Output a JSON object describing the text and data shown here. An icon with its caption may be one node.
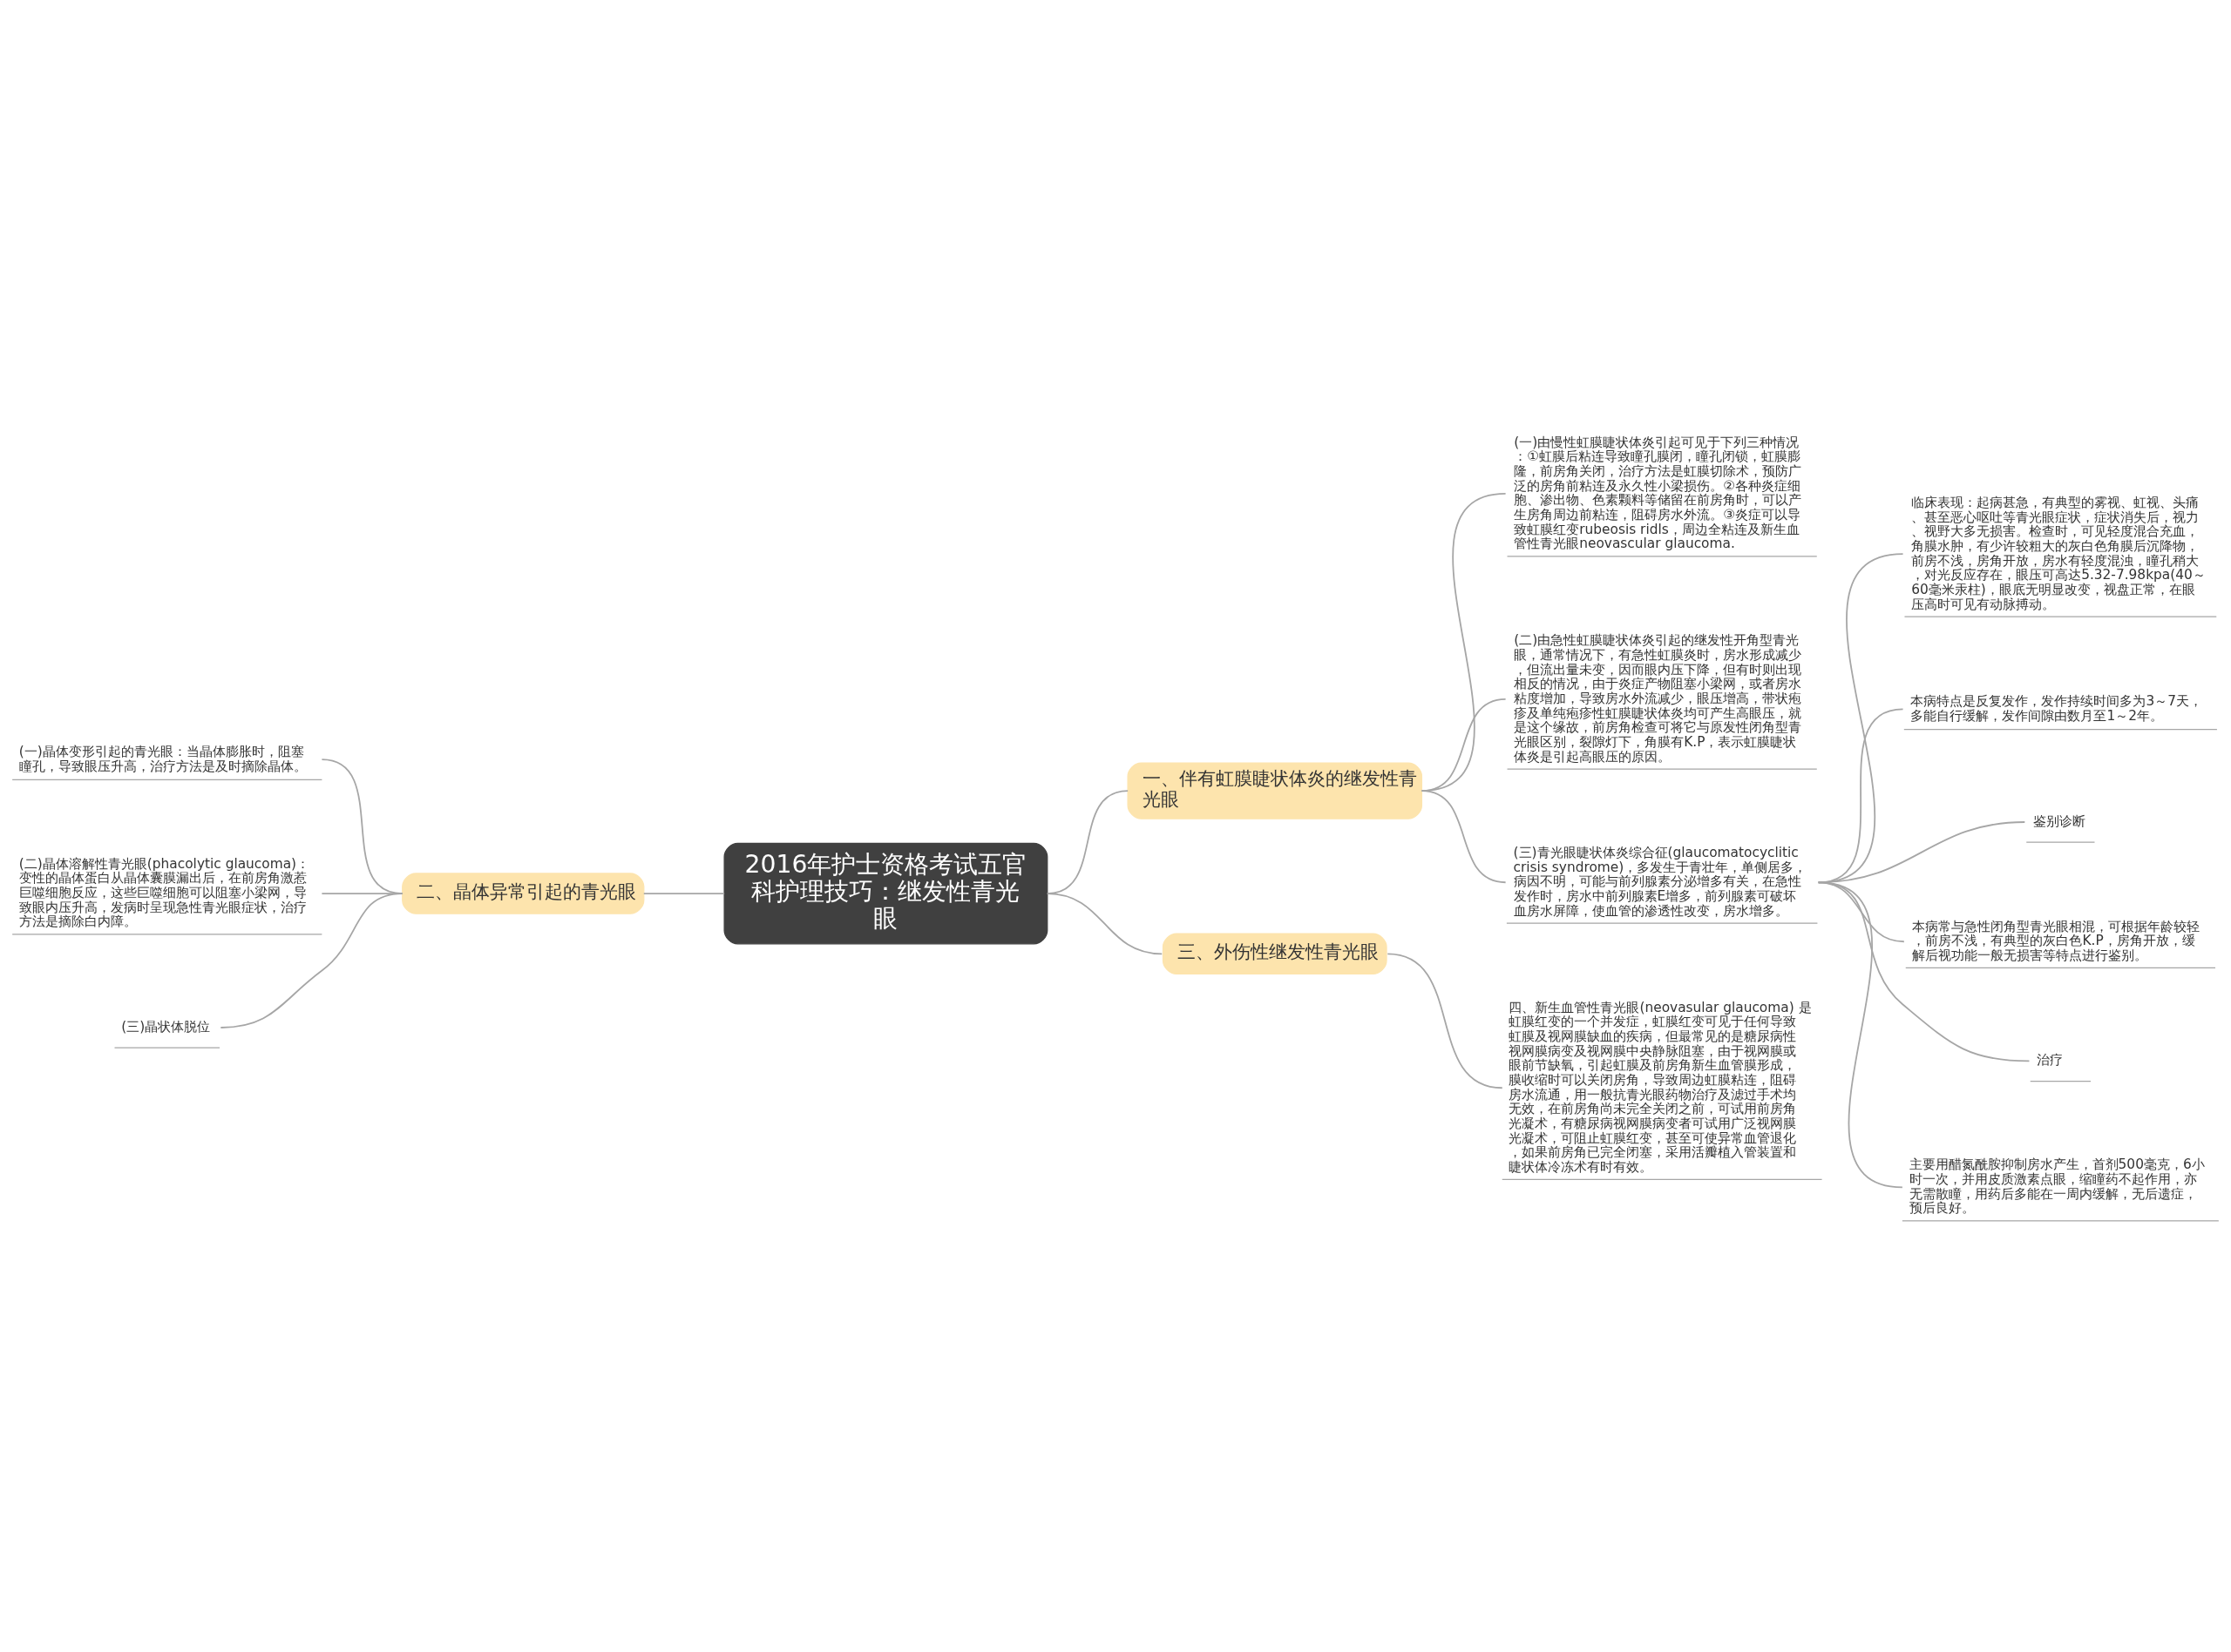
{
  "diagram": {
    "nodes": [
      {
        "text": [
          "2016年护士资格考试五官科护理技巧：继发性青光眼"
        ]
      },
      {
        "text": [
          "一、伴有虹膜睫状体炎的继发性青光眼"
        ]
      },
      {
        "text": [
          "(一)由慢性虹膜睫状体炎引起可见于下列三种情况：①虹膜后粘连导致瞳孔膜闭，瞳孔闭锁，虹膜膨隆，前房角关闭，治疗方法是虹膜切除术，预防广泛的房角前粘连及永久性小梁损伤。②各种炎症细胞、渗出物、色素颗料等储留在前房角时，可以产生房角周边前粘连，阻碍房水外流。③炎症可以导致虹膜红变rubeosis ridls，周边全粘连及新生血管性青光眼neovascular glaucoma."
        ]
      },
      {
        "text": [
          "(二)由急性虹膜睫状体炎引起的继发性开角型青光眼，通常情况下，有急性虹膜炎时，房水形成减少，但流出量未变，因而眼内压下降，但有时则出现相反的情况，由于炎症产物阻塞小梁网，或者房水粘度增加，导致房水外流减少，眼压增高，带状疱疹及单纯疱疹性虹膜睫状体炎均可产生高眼压，就是这个缘故，前房角检查可将它与原发性闭角型青光眼区别，裂隙灯下，角膜有K.P，表示虹膜睫状体炎是引起高眼压的原因。"
        ]
      },
      {
        "text": [
          "(三)青光眼睫状体炎综合征(glaucomatocyclitic crisis syndrome)，多发生于青壮年，单侧居多，病因不明，可能与前列腺素分泌增多有关，在急性发作时，房水中前列腺素E增多，前列腺素可破坏血房水屏障，使血管的渗透性改变，房水增多。"
        ]
      },
      {
        "text": [
          "临床表现：起病甚急，有典型的雾视、虹视、头痛、甚至恶心呕吐等青光眼症状，症状消失后，视力、视野大多无损害。检查时，可见轻度混合充血，角膜水肿，有少许较粗大的灰白色角膜后沉降物，前房不浅，房角开放，房水有轻度混浊，瞳孔稍大，对光反应存在，眼压可高达5.32-7.98kpa(40～60毫米汞柱)，眼底无明显改变，视盘正常，在眼压高时可见有动脉搏动。"
        ]
      },
      {
        "text": [
          "本病特点是反复发作，发作持续时间多为3～7天，多能自行缓解，发作间隙由数月至1～2年。"
        ]
      },
      {
        "text": [
          "鉴别诊断"
        ]
      },
      {
        "text": [
          "本病常与急性闭角型青光眼相混，可根据年龄较轻，前房不浅，有典型的灰白色K.P，房角开放，缓解后视功能一般无损害等特点进行鉴别。"
        ]
      },
      {
        "text": [
          "治疗"
        ]
      },
      {
        "text": [
          "主要用醋氮酰胺抑制房水产生，首剂500毫克，6小时一次，并用皮质激素点眼，缩瞳药不起作用，亦无需散瞳，用药后多能在一周内缓解，无后遗症，预后良好。"
        ]
      },
      {
        "text": [
          "二、晶体异常引起的青光眼"
        ]
      },
      {
        "text": [
          "(一)晶体变形引起的青光眼：当晶体膨胀时，阻塞瞳孔，导致眼压升高，治疗方法是及时摘除晶体。"
        ]
      },
      {
        "text": [
          "(二)晶体溶解性青光眼(phacolytic glaucoma)：变性的晶体蛋白从晶体囊膜漏出后，在前房角激惹巨噬细胞反应，这些巨噬细胞可以阻塞小梁网，导致眼内压升高，发病时呈现急性青光眼症状，治疗方法是摘除白内障。"
        ]
      },
      {
        "text": [
          "(三)晶状体脱位"
        ]
      },
      {
        "text": [
          "三、外伤性继发性青光眼"
        ]
      },
      {
        "text": [
          "四、新生血管性青光眼(neovasular glaucoma) 是虹膜红变的一个并发症，虹膜红变可见于任何导致虹膜及视网膜缺血的疾病，但最常见的是糖尿病性视网膜病变及视网膜中央静脉阻塞，由于视网膜或眼前节缺氧，引起虹膜及前房角新生血管膜形成，膜收缩时可以关闭房角，导致周边虹膜粘连，阻碍房水流通，用一般抗青光眼药物治疗及滤过手术均无效，在前房角尚未完全关闭之前，可试用前房角光凝术，有糖尿病视网膜病变者可试用广泛视网膜光凝术，可阻止虹膜红变，甚至可使异常血管退化，如果前房角已完全闭塞，采用活瓣植入管装置和睫状体冷冻术有时有效。"
        ]
      }
    ],
    "edges": [
      {
        "from": 0,
        "to": 1,
        "arrow": "none"
      },
      {
        "from": 1,
        "to": 2,
        "arrow": "none"
      },
      {
        "from": 1,
        "to": 3,
        "arrow": "none"
      },
      {
        "from": 1,
        "to": 4,
        "arrow": "none"
      },
      {
        "from": 4,
        "to": 5,
        "arrow": "none"
      },
      {
        "from": 4,
        "to": 6,
        "arrow": "none"
      },
      {
        "from": 4,
        "to": 7,
        "arrow": "none"
      },
      {
        "from": 4,
        "to": 8,
        "arrow": "none"
      },
      {
        "from": 4,
        "to": 9,
        "arrow": "none"
      },
      {
        "from": 4,
        "to": 10,
        "arrow": "none"
      },
      {
        "from": 0,
        "to": 11,
        "arrow": "none"
      },
      {
        "from": 11,
        "to": 12,
        "arrow": "none"
      },
      {
        "from": 11,
        "to": 13,
        "arrow": "none"
      },
      {
        "from": 11,
        "to": 14,
        "arrow": "none"
      },
      {
        "from": 0,
        "to": 15,
        "arrow": "none"
      },
      {
        "from": 15,
        "to": 16,
        "arrow": "none"
      }
    ]
  }
}
